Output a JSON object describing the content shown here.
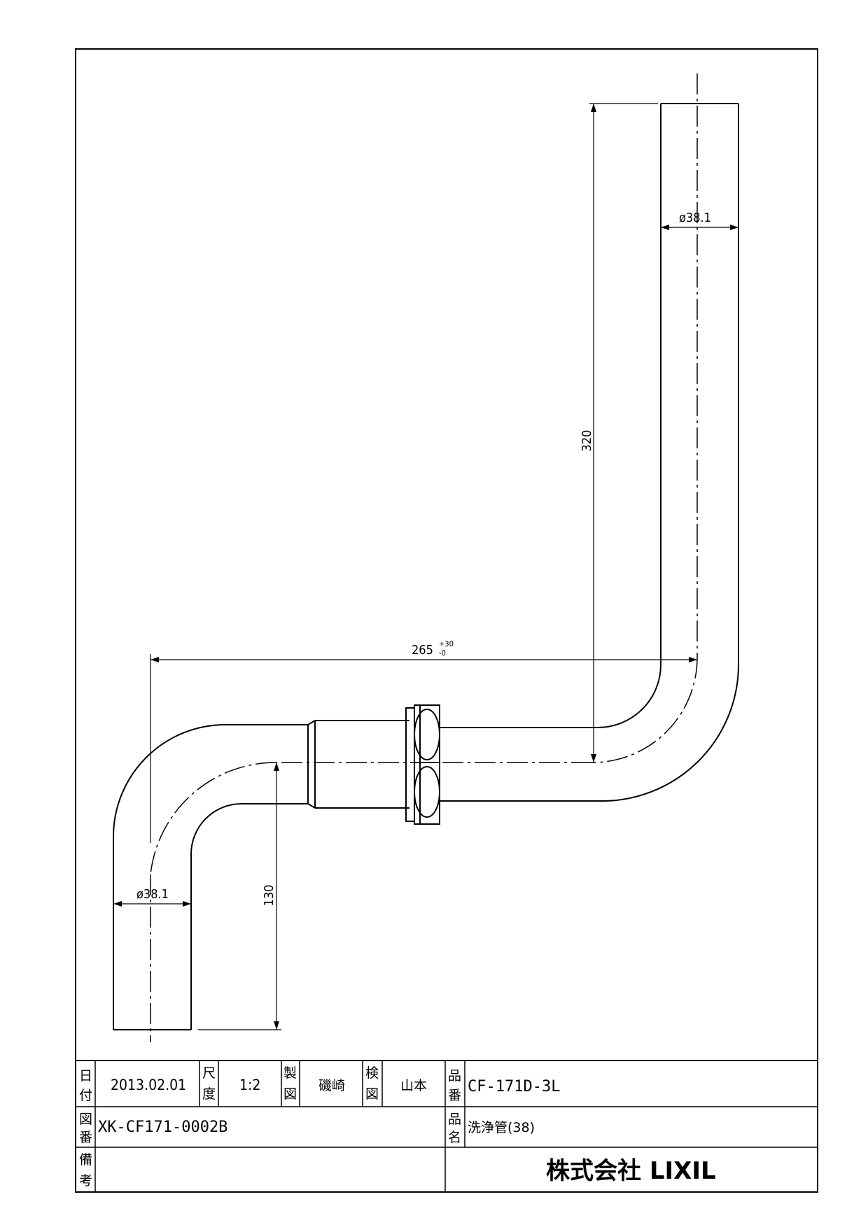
{
  "dimensions": {
    "top_diameter": "ø38.1",
    "bottom_diameter": "ø38.1",
    "vertical_length": "320",
    "horizontal_length": "265",
    "horizontal_tol_plus": "+30",
    "horizontal_tol_minus": "-0",
    "drop_height": "130"
  },
  "title_block": {
    "date_label_1": "日",
    "date_label_2": "付",
    "date_value": "2013.02.01",
    "scale_label_1": "尺",
    "scale_label_2": "度",
    "scale_value": "1:2",
    "drafter_label_1": "製",
    "drafter_label_2": "図",
    "drafter_value": "磯崎",
    "checker_label_1": "検",
    "checker_label_2": "図",
    "checker_value": "山本",
    "part_no_label_1": "品",
    "part_no_label_2": "番",
    "part_no_value": "CF-171D-3L",
    "drawing_no_label_1": "図",
    "drawing_no_label_2": "番",
    "drawing_no_value": "XK-CF171-0002B",
    "part_name_label_1": "品",
    "part_name_label_2": "名",
    "part_name_value": "洗浄管(38)",
    "remarks_label_1": "備",
    "remarks_label_2": "考",
    "company": "株式会社 LIXIL"
  }
}
